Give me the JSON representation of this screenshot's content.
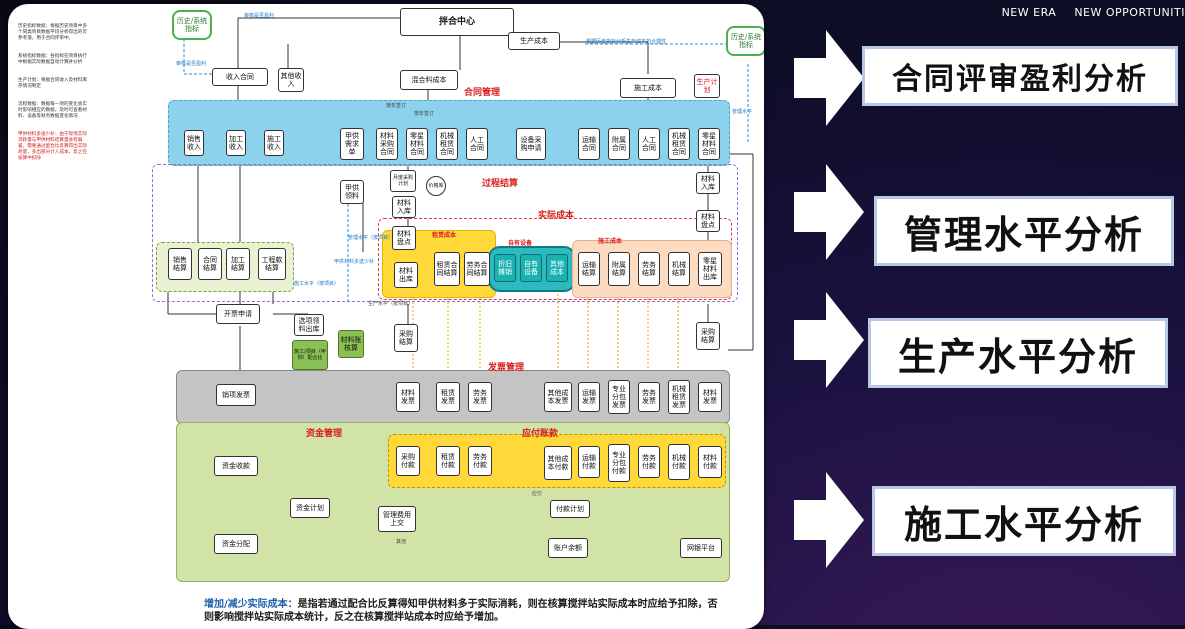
{
  "top_nav": [
    "NEW ERA",
    "NEW OPPORTUNITI"
  ],
  "notes": [
    {
      "text": "历史指标数据：根据历史项目中多个同类项目数据平均分析得出的可参考值，用于合同评审中。",
      "red": false
    },
    {
      "text": "系统指标数据：各指标在项目执行中根据实际数据自动计算并分析",
      "red": false
    },
    {
      "text": "生产计划：根据合同收入及材料库存情况制定",
      "red": false
    },
    {
      "text": "流程数据：数据每一项的变化会实时影响相应的数据，及时可查看材料、设备等财务数据变化情况",
      "red": false
    },
    {
      "text": "甲供材料多送少补：由于现场实际消耗量与甲供材料结算量会有偏差，需要通过配合比反算得出实际耗量，多出部分计入成本，反之在核算中扣除",
      "red": true
    }
  ],
  "diagram": {
    "center": "拌合中心",
    "badge_left": "历史/系统指标",
    "badge_right": "历史/系统指标",
    "top_labels": {
      "profit": "审核是否盈利",
      "profit2": "审核是否盈利",
      "history": "根据历史指标分析生产成本的合理性",
      "plan_note": "管理水平"
    },
    "lanes": {
      "contract": "合同管理",
      "process": "过程结算",
      "actual": "实际成本",
      "invoice": "发票管理",
      "fund": "资金管理",
      "payable": "应付账款",
      "lease_cost": "租赁成本",
      "own_equip": "自有设备",
      "build_cost": "施工成本"
    },
    "nodes": {
      "income": "收入合同",
      "other_income": "其他收入",
      "mix_cost": "混合料成本",
      "prod_cost": "生产成本",
      "build_cost": "施工成本",
      "prod_plan": "生产计划",
      "sales_income": "销售收入",
      "proc_income": "加工收入",
      "build_income": "施工收入",
      "owner_demand": "甲供需求单",
      "material_contract": "材料采购合同",
      "scattered_contract": "零星材料合同",
      "machine_contract": "机械租赁合同",
      "labor_contract": "人工合同",
      "equip_request": "设备采购申请",
      "transport_contract": "运输合同",
      "addon_contract": "附属合同",
      "worker_contract": "人工合同",
      "machine_lease": "机械租赁合同",
      "scattered_material": "零星材料合同",
      "owner_material": "甲供领料",
      "monthly_plan": "月度采购计划",
      "price_lib": "价格库",
      "material_in": "材料入库",
      "material_check": "材料盘点",
      "material_out": "材料出库",
      "material_in_r": "材料入库",
      "material_check_r": "材料盘点",
      "sales_settle": "销售结算",
      "contract_settle": "合同结算",
      "proc_settle": "加工结算",
      "project_settle": "工程款结算",
      "lease_settle": "租赁合同结算",
      "labor_settle": "劳务合同结算",
      "depreciation": "折旧摊销",
      "own_equip_node": "自有设备",
      "other_cost": "其他成本",
      "transport_settle": "运输结算",
      "addon_settle": "附属结算",
      "labor_settle2": "劳务结算",
      "machine_settle": "机械结算",
      "scattered_settle": "零星材料出库",
      "invoice_apply": "开票申请",
      "build_unit": "施工/项目（甲供）配合比",
      "material_inout": "选项领料出库",
      "material_recon": "材料账核算",
      "purchase_settle": "采购结算",
      "purchase_settle_r": "采购结算",
      "sales_invoice": "销项发票",
      "mat_invoice": "材料发票",
      "lease_invoice": "租赁发票",
      "labor_invoice": "劳务发票",
      "other_invoice": "其他成本发票",
      "transport_invoice": "运输发票",
      "special_invoice": "专业分包发票",
      "labor_invoice2": "劳务发票",
      "machine_invoice": "机械租赁发票",
      "material_invoice2": "材料发票",
      "fund_collect": "资金收款",
      "fund_plan": "资金计划",
      "fund_alloc": "资金分配",
      "purchase_pay": "采购付款",
      "lease_pay": "租赁付款",
      "labor_pay": "劳务付款",
      "other_pay": "其他成本付款",
      "transport_pay": "运输付款",
      "special_pay": "专业分包付款",
      "labor_pay2": "劳务付款",
      "machine_pay": "机械付款",
      "material_pay": "材料付款",
      "pay_plan": "付款计划",
      "mgmt_fee": "管理费用上交",
      "account_balance": "账户余额",
      "bank_platform": "网银平台"
    },
    "small_labels": {
      "year1": "按年签订",
      "year2": "按年签订",
      "build_level": "施工水平（按项目）",
      "owner_less": "甲供材料多送少补",
      "mgmt_level": "管理水平（按项目）",
      "prod_level": "生产水平（按项目）",
      "pay_note": "应付",
      "other_note": "其他"
    }
  },
  "footnote": {
    "highlight": "增加/减少实际成本：",
    "body": "是指若通过配合比反算得知甲供材料多于实际消耗，则在核算搅拌站实际成本时应给予扣除，否则影响搅拌站实际成本统计，反之在核算搅拌站成本时应给予增加。"
  },
  "cards": [
    "合同评审盈利分析",
    "管理水平分析",
    "生产水平分析",
    "施工水平分析"
  ]
}
